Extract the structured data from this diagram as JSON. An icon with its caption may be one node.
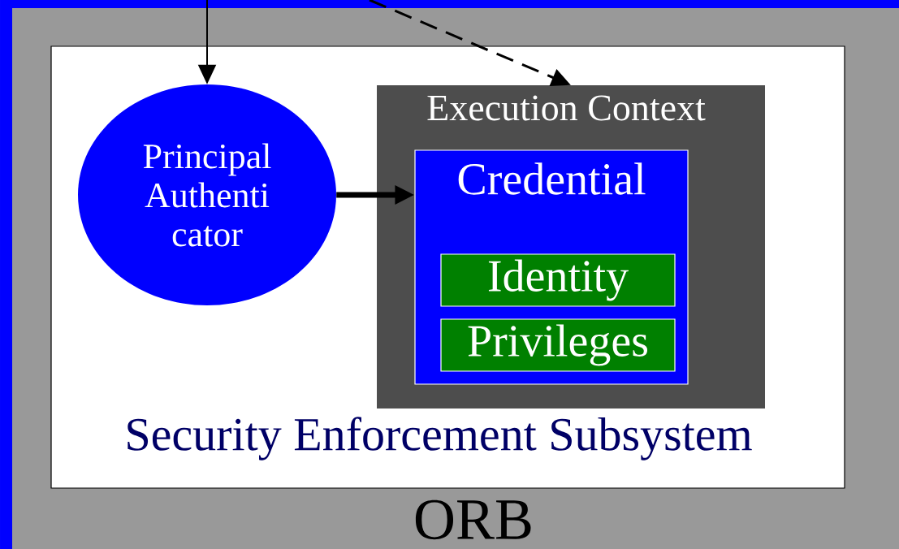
{
  "diagram": {
    "nodes": [
      {
        "text": [
          "ORB"
        ]
      },
      {
        "text": [
          "Security Enforcement Subsystem"
        ],
        "in": 0
      },
      {
        "text": [
          "Principal Authenti cator"
        ],
        "in": 1
      },
      {
        "text": [
          "Execution Context"
        ],
        "in": 1
      },
      {
        "text": [
          "Credential"
        ],
        "in": 3
      },
      {
        "text": [
          "Identity"
        ],
        "in": 4
      },
      {
        "text": [
          "Privileges"
        ],
        "in": 4
      }
    ],
    "edges": [
      {
        "from": null,
        "to": 2,
        "arrow": "to"
      },
      {
        "from": null,
        "to": 3,
        "arrow": "to",
        "style": "dashed"
      },
      {
        "from": 2,
        "to": 4,
        "arrow": "to",
        "style": "thick"
      }
    ]
  }
}
